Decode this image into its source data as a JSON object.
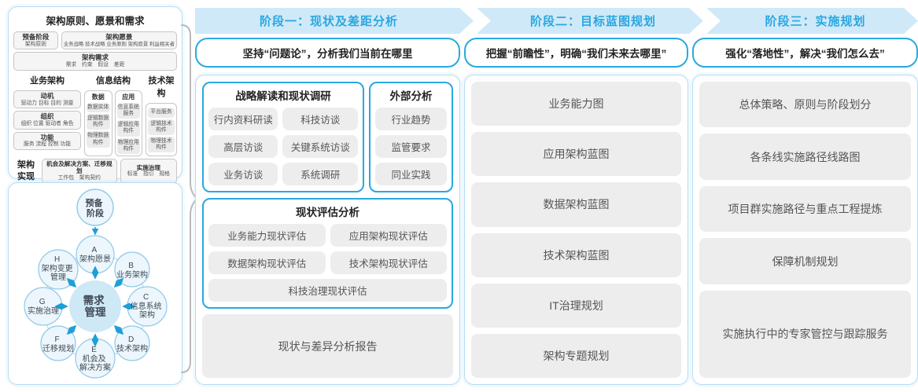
{
  "colors": {
    "accent_blue": "#29a8e0",
    "band_background": "#cfe9f8",
    "container_border": "#b5dcf2",
    "item_gray": "#ededed",
    "diagram_circle_fill": "#ecf6fc",
    "diagram_center_fill": "#cfe8f6",
    "brace_gray": "#b8b8b8"
  },
  "left_top": {
    "title": "架构原则、愿景和需求",
    "prep_stage": {
      "title": "预备阶段",
      "detail": "架构原则"
    },
    "vision": {
      "title": "架构愿景",
      "detail": "业务战略 技术战略 业务原则 架构愿景 利益相关者"
    },
    "requirements": {
      "title": "架构需求",
      "detail": "需求　约束　假设　差距"
    },
    "business": {
      "title": "业务架构",
      "groups": [
        {
          "name": "动机",
          "detail": "驱动力 目标 目的 测量"
        },
        {
          "name": "组织",
          "detail": "组织 位置 驱动者 角色"
        },
        {
          "name": "功能",
          "detail": "服务 流程 控制 功能"
        }
      ]
    },
    "information": {
      "title": "信息结构",
      "data_group": {
        "name": "数据",
        "items": [
          "数据实体",
          "逻辑数据构件",
          "物理数据构件"
        ]
      },
      "app_group": {
        "name": "应用",
        "items": [
          "信息系统服务",
          "逻辑应用构件",
          "物理应用构件"
        ]
      }
    },
    "technology": {
      "title": "技术架构",
      "items": [
        "平台服务",
        "逻辑技术构件",
        "物理技术构件"
      ]
    },
    "realization": {
      "label": "架构实现",
      "opportunity": {
        "title": "机会及解决方案、迁移规划",
        "detail": "工作包　架构契约"
      },
      "governance": {
        "title": "实施治理",
        "detail": "标准　指引　规格"
      }
    }
  },
  "adm": {
    "prep": {
      "line1": "预备",
      "line2": "阶段"
    },
    "center": {
      "line1": "需求",
      "line2": "管理"
    },
    "nodes": [
      {
        "letter": "A",
        "line1": "架构愿景",
        "line2": ""
      },
      {
        "letter": "B",
        "line1": "业务架构",
        "line2": ""
      },
      {
        "letter": "C",
        "line1": "信息系统",
        "line2": "架构"
      },
      {
        "letter": "D",
        "line1": "技术架构",
        "line2": ""
      },
      {
        "letter": "E",
        "line1": "机会及",
        "line2": "解决方案"
      },
      {
        "letter": "F",
        "line1": "迁移规划",
        "line2": ""
      },
      {
        "letter": "G",
        "line1": "实施治理",
        "line2": ""
      },
      {
        "letter": "H",
        "line1": "架构变更",
        "line2": "管理"
      }
    ]
  },
  "phases": [
    {
      "header": "阶段一：现状及差距分析",
      "subtitle": "坚持“问题论”，分析我们当前在哪里",
      "strategy_box": {
        "title": "战略解读和现状调研",
        "items": [
          "行内资料研读",
          "科技访谈",
          "高层访谈",
          "关键系统访谈",
          "业务访谈",
          "系统调研"
        ]
      },
      "external_box": {
        "title": "外部分析",
        "items": [
          "行业趋势",
          "监管要求",
          "同业实践"
        ]
      },
      "assessment_box": {
        "title": "现状评估分析",
        "items": [
          "业务能力现状评估",
          "应用架构现状评估",
          "数据架构现状评估",
          "技术架构现状评估",
          "科技治理现状评估"
        ]
      },
      "report": "现状与差异分析报告"
    },
    {
      "header": "阶段二：目标蓝图规划",
      "subtitle": "把握“前瞻性”，明确“我们未来去哪里”",
      "items": [
        "业务能力图",
        "应用架构蓝图",
        "数据架构蓝图",
        "技术架构蓝图",
        "IT治理规划",
        "架构专题规划"
      ]
    },
    {
      "header": "阶段三：实施规划",
      "subtitle": "强化“落地性”，解决“我们怎么去”",
      "items": [
        "总体策略、原则与阶段划分",
        "各条线实施路径线路图",
        "项目群实施路径与重点工程提炼",
        "保障机制规划",
        "实施执行中的专家管控与跟踪服务"
      ]
    }
  ]
}
